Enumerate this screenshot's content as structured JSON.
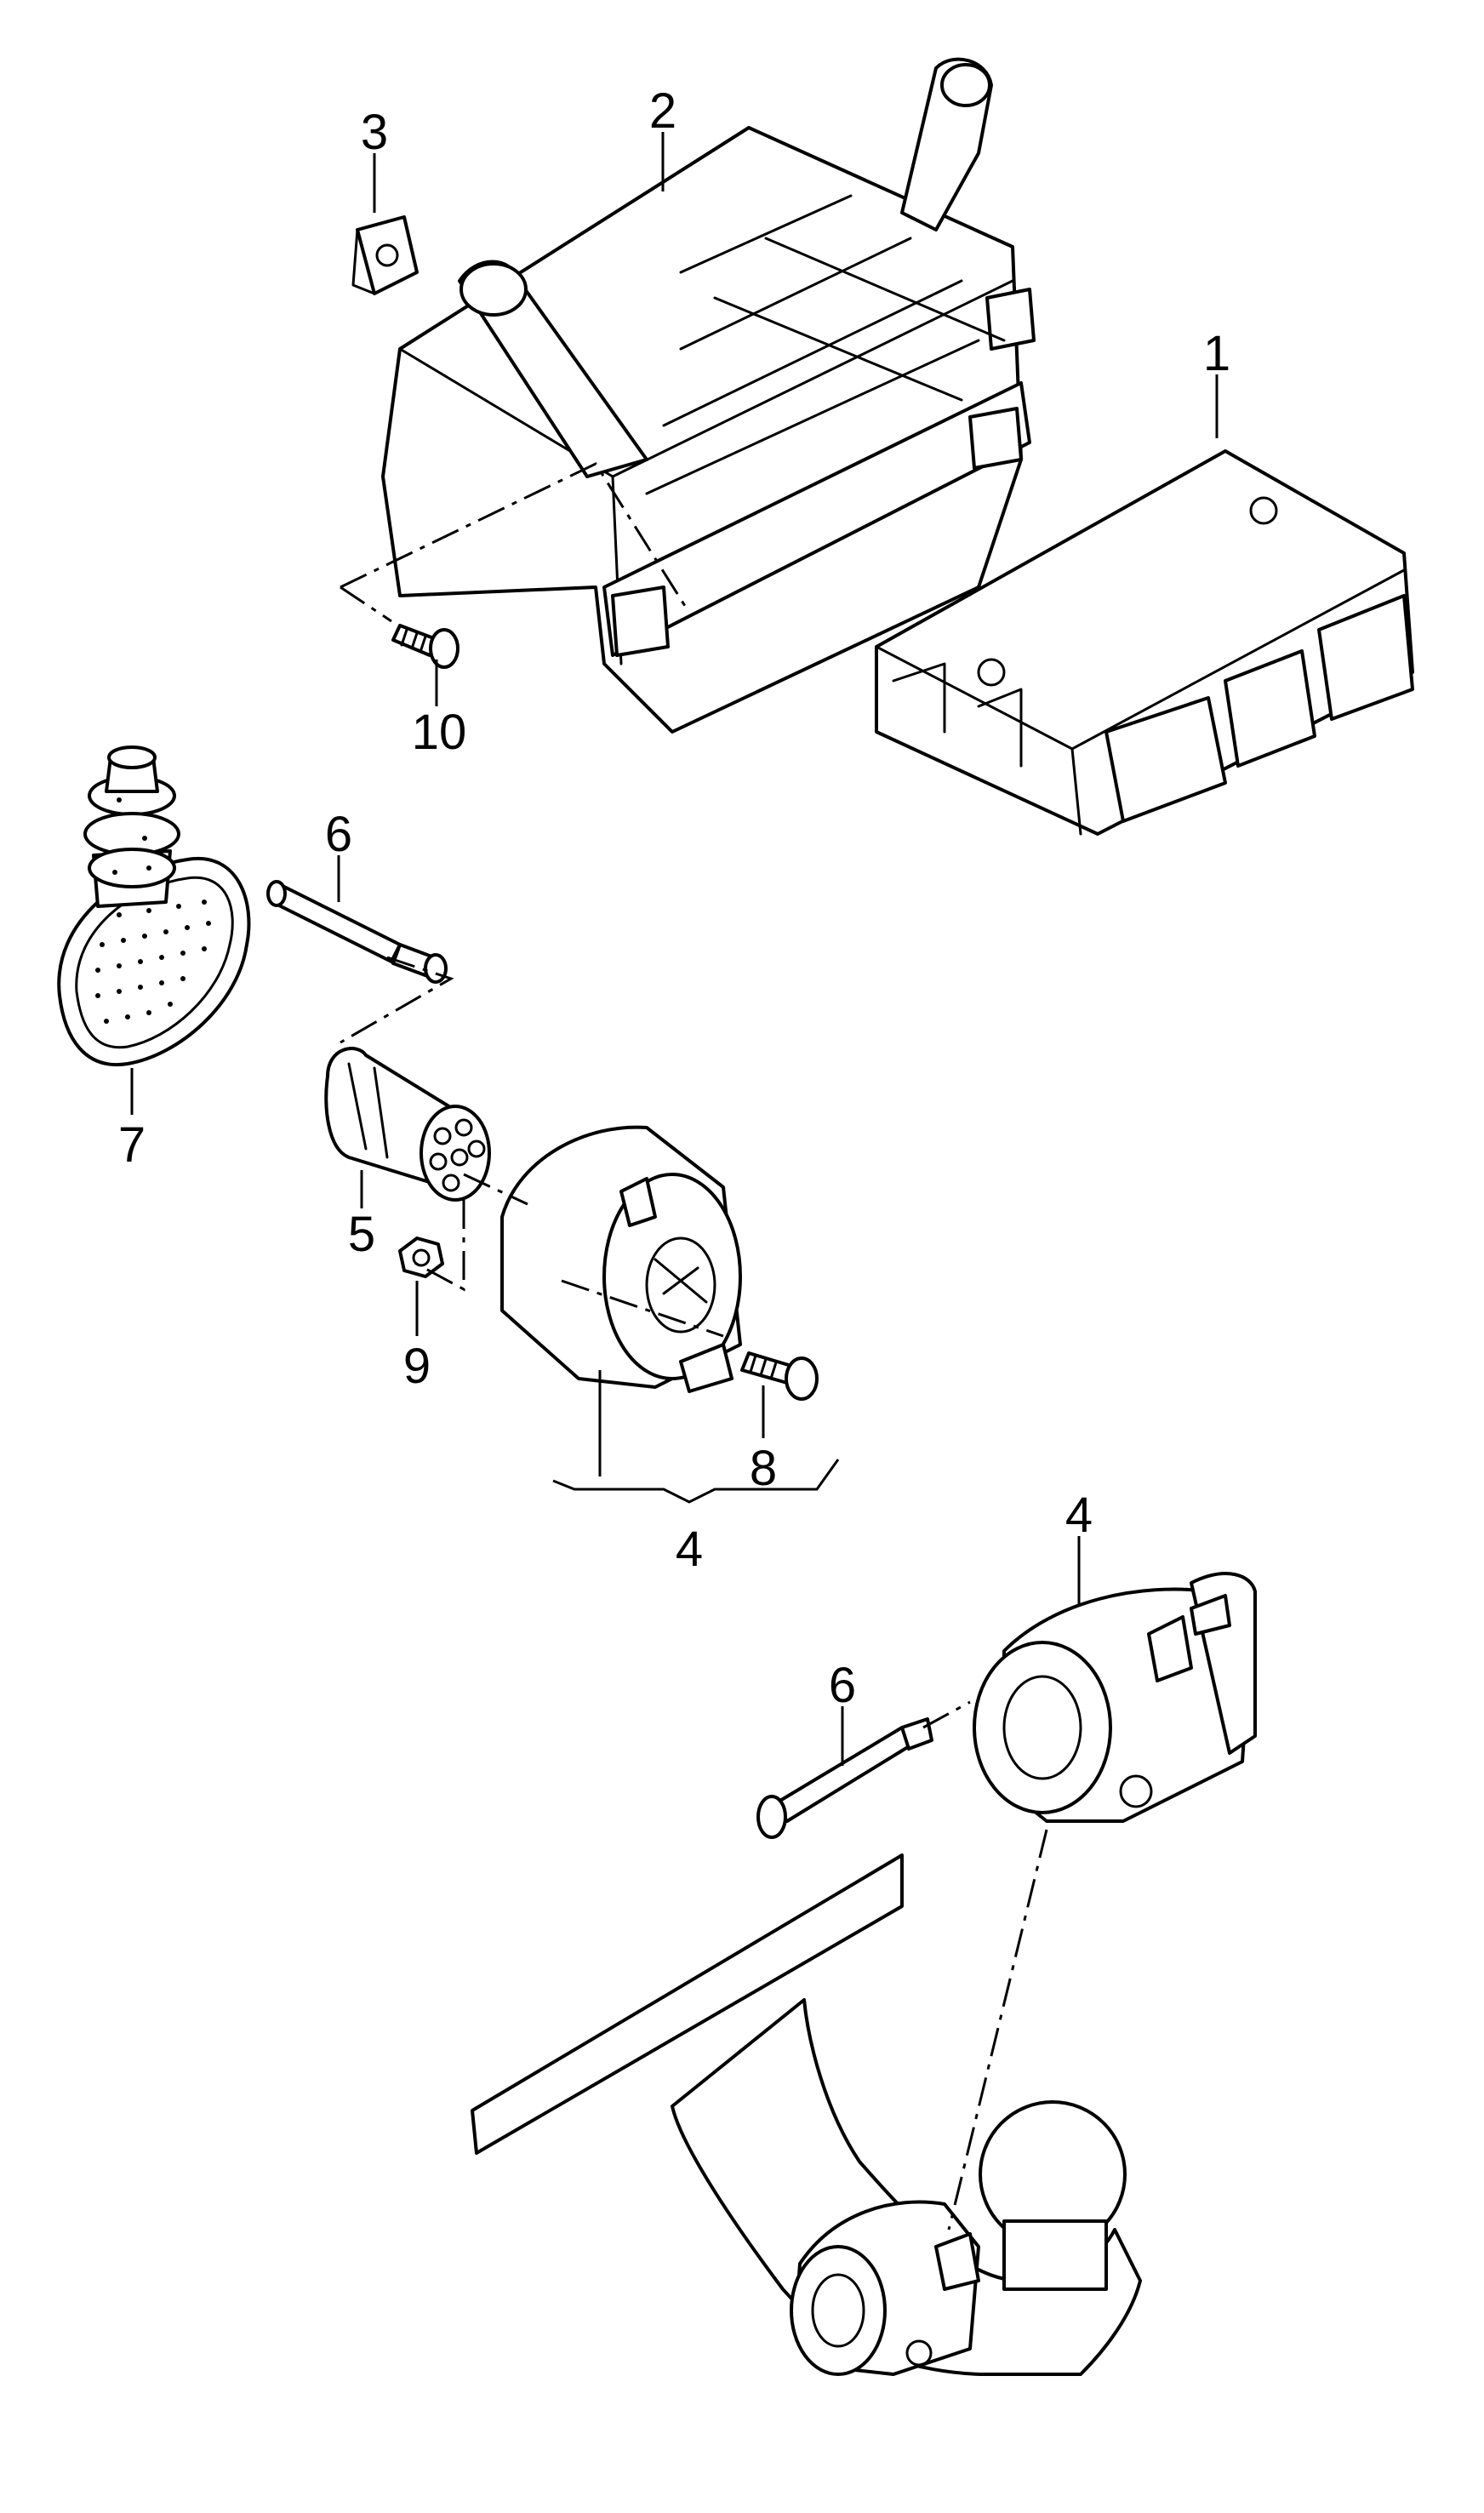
{
  "callouts": {
    "c1": "1",
    "c2": "2",
    "c3": "3",
    "c4a": "4",
    "c4b": "4",
    "c5": "5",
    "c6a": "6",
    "c6b": "6",
    "c7": "7",
    "c8": "8",
    "c9": "9",
    "c10": "10"
  }
}
